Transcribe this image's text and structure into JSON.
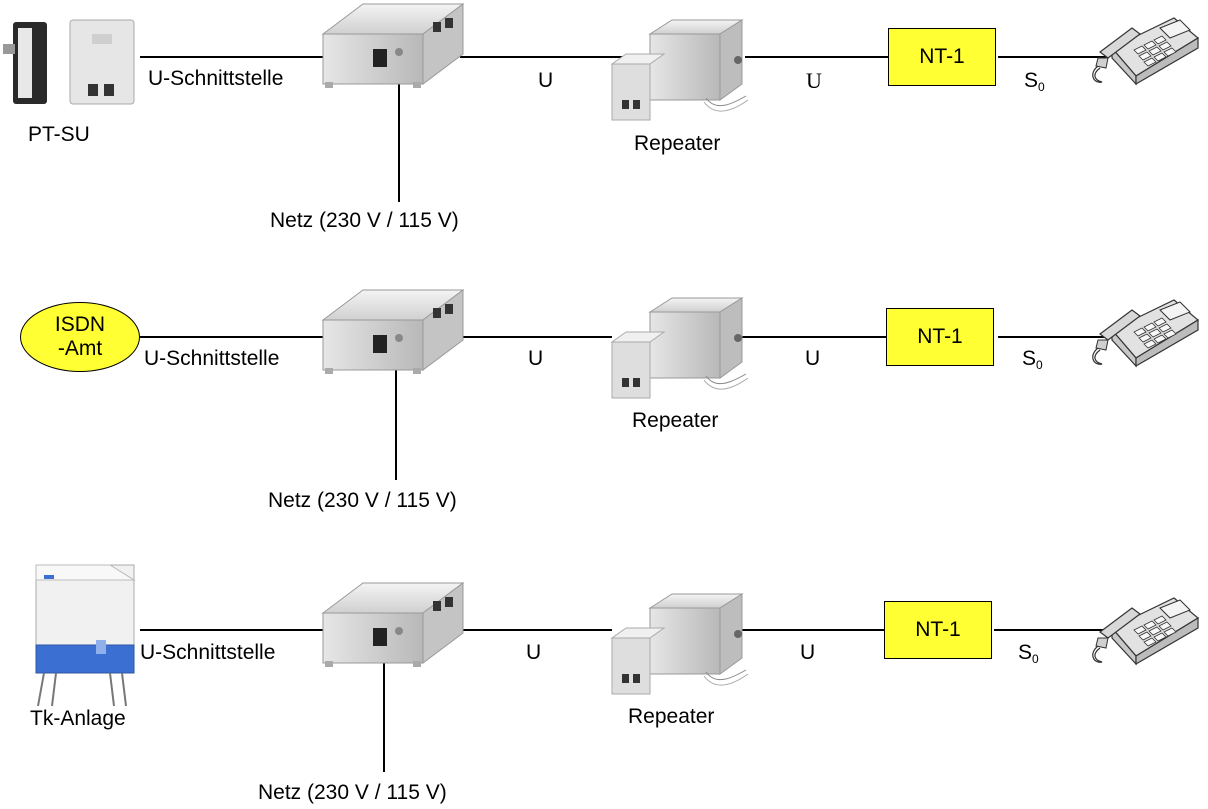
{
  "rows": [
    {
      "source_label": "PT-SU",
      "source_kind": "pt-su-device",
      "link1": "U-Schnittstelle",
      "power": "Netz (230 V / 115 V)",
      "link2": "U",
      "repeater": "Repeater",
      "link3": "U",
      "nt": "NT-1",
      "s_main": "S",
      "s_sub": "0"
    },
    {
      "source_label_1": "ISDN",
      "source_label_2": "-Amt",
      "source_kind": "isdn-exchange",
      "link1": "U-Schnittstelle",
      "power": "Netz (230 V / 115 V)",
      "link2": "U",
      "repeater": "Repeater",
      "link3": "U",
      "nt": "NT-1",
      "s_main": "S",
      "s_sub": "0"
    },
    {
      "source_label": "Tk-Anlage",
      "source_kind": "pbx-cabinet",
      "link1": "U-Schnittstelle",
      "power": "Netz (230 V / 115 V)",
      "link2": "U",
      "repeater": "Repeater",
      "link3": "U",
      "nt": "NT-1",
      "s_main": "S",
      "s_sub": "0"
    }
  ],
  "colors": {
    "nt_fill": "#ffff33",
    "device_body": "#dcdcdc",
    "pbx_blue": "#3b6fd1"
  },
  "icons": [
    "power-box-icon",
    "repeater-icon",
    "telephone-icon"
  ]
}
